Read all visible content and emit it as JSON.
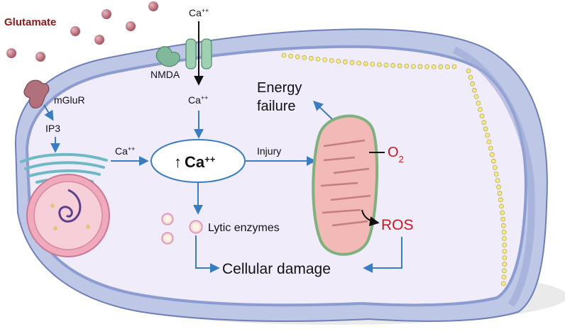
{
  "labels": {
    "glutamate": "Glutamate",
    "ca_outside": "Ca",
    "ca_outside_charge": "++",
    "nmda": "NMDA",
    "ca_inside": "Ca",
    "ca_inside_charge": "++",
    "mglur": "mGluR",
    "ip3": "IP3",
    "ca_er": "Ca",
    "ca_er_charge": "++",
    "ca_center_arrow": "↑",
    "ca_center": "Ca",
    "ca_center_charge": "++",
    "injury": "Injury",
    "energy_line1": "Energy",
    "energy_line2": "failure",
    "oxygen": "O",
    "oxygen_sub": "2",
    "ros": "ROS",
    "lytic_enzymes": "Lytic enzymes",
    "cellular_damage": "Cellular damage"
  },
  "colors": {
    "glutamate_text": "#8e1a1a",
    "red_text": "#c8191e",
    "arrow_blue": "#3a7cc0",
    "membrane_blue": "#8f9fd0",
    "cytoplasm": "#f1ecfa",
    "receptor_green": "#7fb89a",
    "receptor_mauve": "#b0707c",
    "mitochondria": "#f2b9b6",
    "nucleus": "#f2b6c4"
  }
}
